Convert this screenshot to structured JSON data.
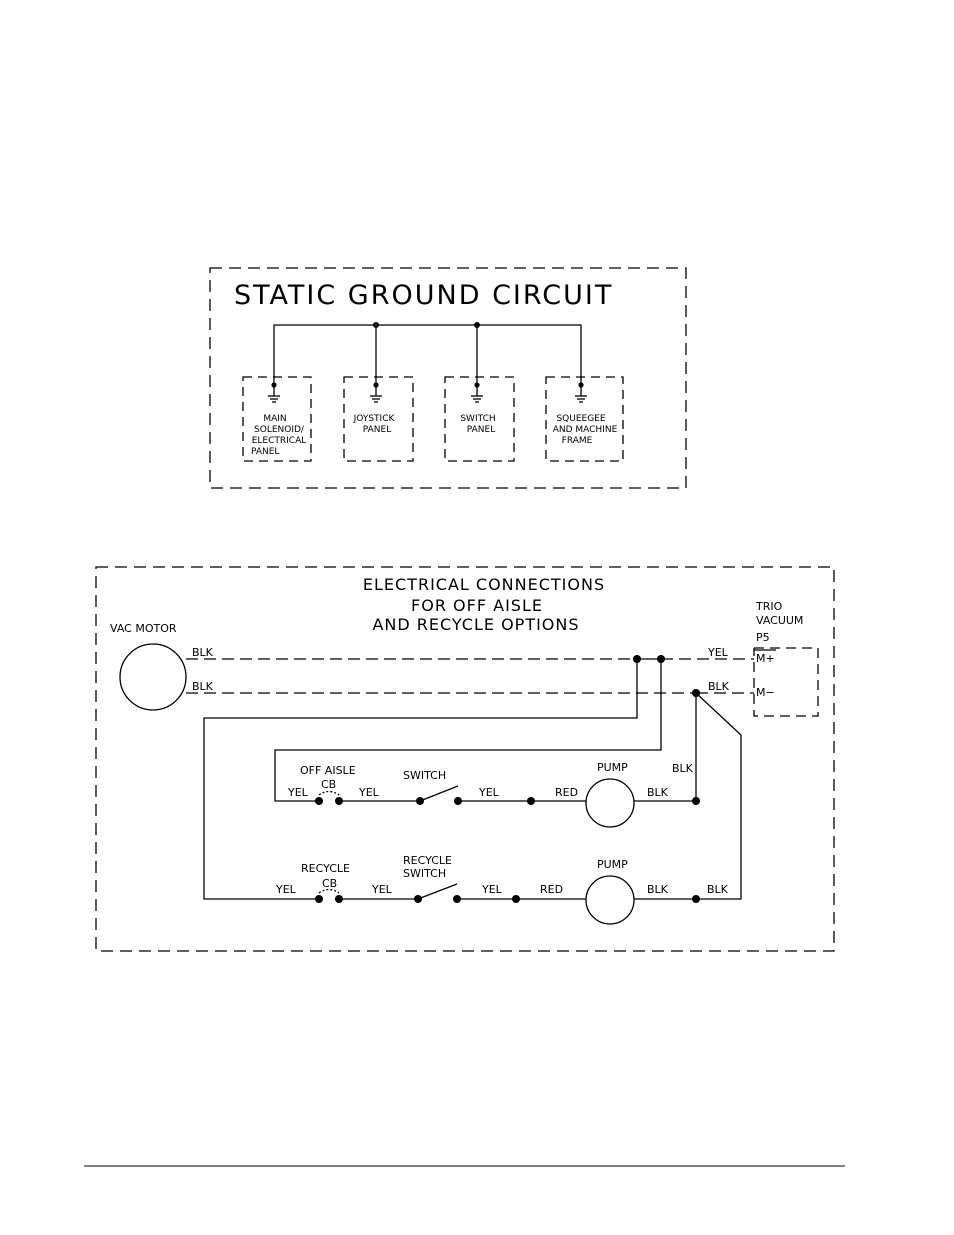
{
  "static_ground": {
    "title": "STATIC GROUND CIRCUIT",
    "boxes": [
      {
        "lines": [
          "MAIN",
          "SOLENOID/",
          "ELECTRICAL",
          "PANEL"
        ]
      },
      {
        "lines": [
          "JOYSTICK",
          "PANEL"
        ]
      },
      {
        "lines": [
          "SWITCH",
          "PANEL"
        ]
      },
      {
        "lines": [
          "SQUEEGEE",
          "AND MACHINE",
          "FRAME"
        ]
      }
    ]
  },
  "electrical": {
    "title_lines": [
      "ELECTRICAL CONNECTIONS",
      "FOR OFF AISLE",
      "AND RECYCLE OPTIONS"
    ],
    "vac_motor": "VAC MOTOR",
    "trio_lines": [
      "TRIO",
      "VACUUM",
      "P5"
    ],
    "m_plus": "M+",
    "m_minus": "M−",
    "wires": {
      "blk": "BLK",
      "yel": "YEL",
      "red": "RED"
    },
    "off_aisle_cb": [
      "OFF AISLE",
      "CB"
    ],
    "switch": "SWITCH",
    "pump": "PUMP",
    "recycle_cb": [
      "RECYCLE",
      "CB"
    ],
    "recycle_switch": [
      "RECYCLE",
      "SWITCH"
    ]
  }
}
